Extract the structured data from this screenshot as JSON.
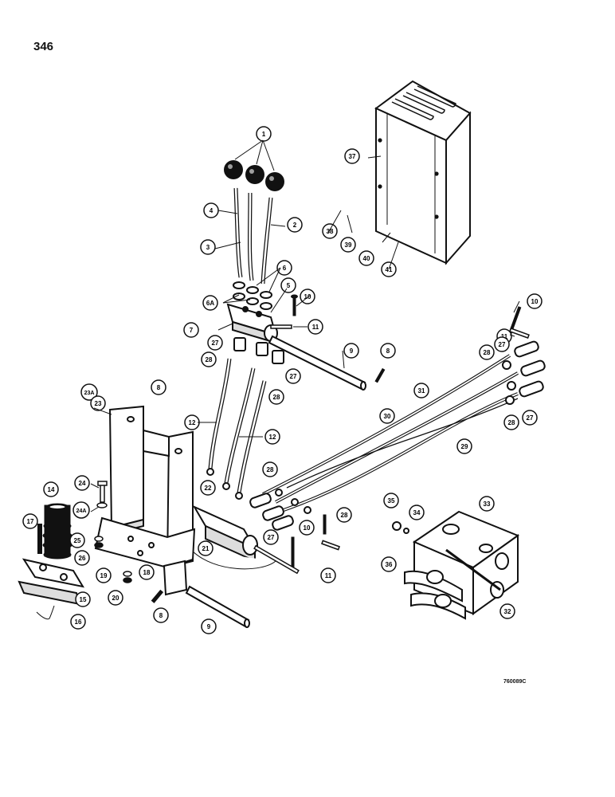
{
  "page": {
    "number": "346",
    "drawing_code": "760089C"
  },
  "callouts": {
    "c1": "1",
    "c2": "2",
    "c3": "3",
    "c4": "4",
    "c5": "5",
    "c6a": "6",
    "c6b": "6A",
    "c7": "7",
    "c8a": "8",
    "c8b": "8",
    "c8c": "8",
    "c9a": "9",
    "c9b": "9",
    "c10a": "10",
    "c10b": "10",
    "c10c": "10",
    "c11a": "11",
    "c11b": "11",
    "c11c": "11",
    "c12a": "12",
    "c12b": "12",
    "c14": "14",
    "c15": "15",
    "c16": "16",
    "c17": "17",
    "c18": "18",
    "c19": "19",
    "c20": "20",
    "c21": "21",
    "c22": "22",
    "c23a": "23A",
    "c23": "23",
    "c24": "24",
    "c24a": "24A",
    "c25": "25",
    "c26": "26",
    "c27a": "27",
    "c27b": "27",
    "c27c": "27",
    "c27d": "27",
    "c27e": "27",
    "c28a": "28",
    "c28b": "28",
    "c28c": "28",
    "c28d": "28",
    "c28e": "28",
    "c28f": "28",
    "c29": "29",
    "c30": "30",
    "c31": "31",
    "c32": "32",
    "c33": "33",
    "c34": "34",
    "c35": "35",
    "c36": "36",
    "c37": "37",
    "c38": "38",
    "c39": "39",
    "c40": "40",
    "c41": "41"
  }
}
